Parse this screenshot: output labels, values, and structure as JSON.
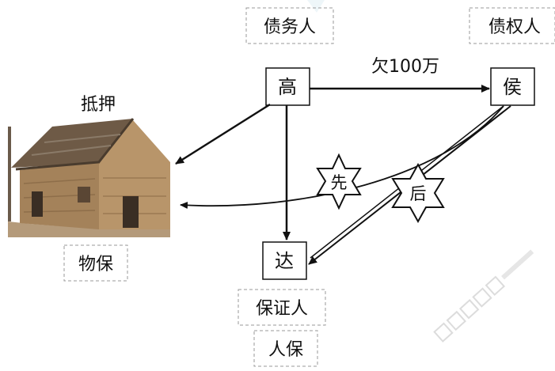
{
  "roles": {
    "debtor": "债务人",
    "creditor": "债权人",
    "guarantor": "保证人"
  },
  "nodes": {
    "gao": "高",
    "hou": "侯",
    "da": "达"
  },
  "labels": {
    "mortgage": "抵押",
    "debt": "欠100万",
    "property_security": "物保",
    "personal_security": "人保"
  },
  "badges": {
    "first": "先",
    "later": "后"
  },
  "colors": {
    "line": "#111111",
    "dashed_border": "#9a9a9a",
    "watermark": "#dcdcdc"
  }
}
